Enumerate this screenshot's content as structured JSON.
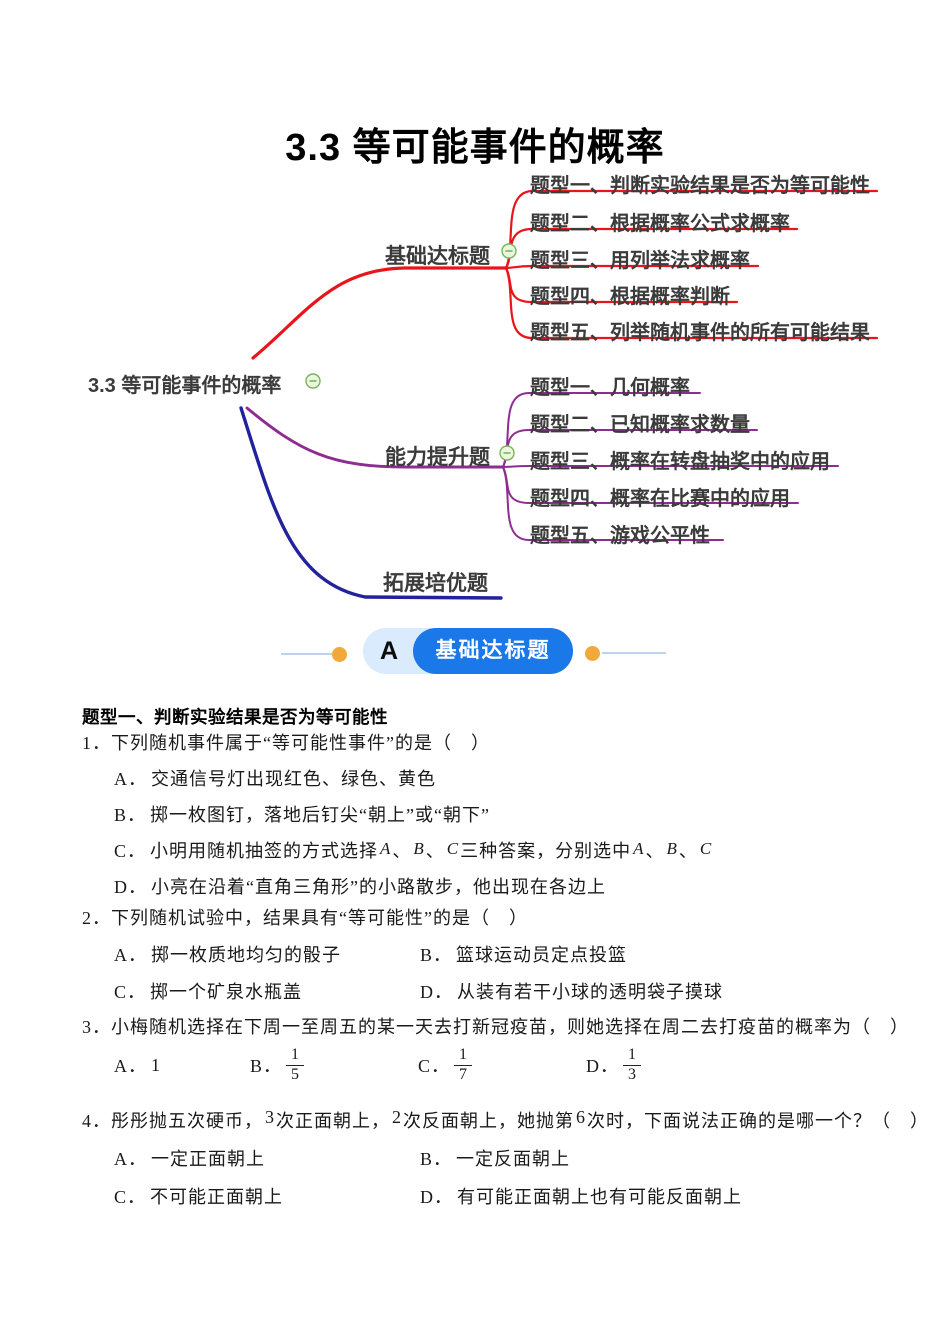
{
  "page_title": "3.3 等可能事件的概率",
  "mindmap": {
    "root_label": "3.3 等可能事件的概率",
    "branches": [
      {
        "label": "基础达标题",
        "color": "#e8151b",
        "children": [
          "题型一、判断实验结果是否为等可能性",
          "题型二、根据概率公式求概率",
          "题型三、用列举法求概率",
          "题型四、根据概率判断",
          "题型五、列举随机事件的所有可能结果"
        ]
      },
      {
        "label": "能力提升题",
        "color": "#8e2d91",
        "children": [
          "题型一、几何概率",
          "题型二、已知概率求数量",
          "题型三、概率在转盘抽奖中的应用",
          "题型四、概率在比赛中的应用",
          "题型五、游戏公平性"
        ]
      },
      {
        "label": "拓展培优题",
        "color": "#22229c",
        "children": []
      }
    ]
  },
  "badge": {
    "letter": "A",
    "label": "基础达标题",
    "accent_color": "#1a78e8",
    "letter_bg_color": "#d9ebfc",
    "dot_color": "#f2a93b"
  },
  "section": {
    "heading": "题型一、判断实验结果是否为等可能性",
    "q1": {
      "number": "1．",
      "stem": "下列随机事件属于“等可能性事件”的是（　）",
      "optA_label": "A．",
      "optA": "交通信号灯出现红色、绿色、黄色",
      "optB_label": "B．",
      "optB": "掷一枚图钉，落地后钉尖“朝上”或“朝下”",
      "optC_label": "C．",
      "optC_parts": {
        "t1": "小明用随机抽签的方式选择",
        "v1": "A",
        "d1": "、",
        "v2": "B",
        "d2": "、",
        "v3": "C",
        "t2": "三种答案，分别选中",
        "v4": "A",
        "d3": "、",
        "v5": "B",
        "d4": "、",
        "v6": "C"
      },
      "optD_label": "D．",
      "optD": "小亮在沿着“直角三角形”的小路散步，他出现在各边上"
    },
    "q2": {
      "number": "2．",
      "stem": "下列随机试验中，结果具有“等可能性”的是（　）",
      "optA_label": "A．",
      "optA": "掷一枚质地均匀的骰子",
      "optB_label": "B．",
      "optB": "篮球运动员定点投篮",
      "optC_label": "C．",
      "optC": "掷一个矿泉水瓶盖",
      "optD_label": "D．",
      "optD": "从装有若干小球的透明袋子摸球"
    },
    "q3": {
      "number": "3．",
      "stem": "小梅随机选择在下周一至周五的某一天去打新冠疫苗，则她选择在周二去打疫苗的概率为（　）",
      "optA_label": "A．",
      "optA_value": "1",
      "optB_label": "B．",
      "optB_num": "1",
      "optB_den": "5",
      "optC_label": "C．",
      "optC_num": "1",
      "optC_den": "7",
      "optD_label": "D．",
      "optD_num": "1",
      "optD_den": "3"
    },
    "q4": {
      "number": "4．",
      "stem_parts": {
        "t1": "彤彤抛五次硬币，",
        "n1": "3",
        "t2": "次正面朝上，",
        "n2": "2",
        "t3": "次反面朝上，她抛第",
        "n3": "6",
        "t4": "次时，下面说法正确的是哪一个？（　）"
      },
      "optA_label": "A．",
      "optA": "一定正面朝上",
      "optB_label": "B．",
      "optB": "一定反面朝上",
      "optC_label": "C．",
      "optC": "不可能正面朝上",
      "optD_label": "D．",
      "optD": "有可能正面朝上也有可能反面朝上"
    }
  }
}
